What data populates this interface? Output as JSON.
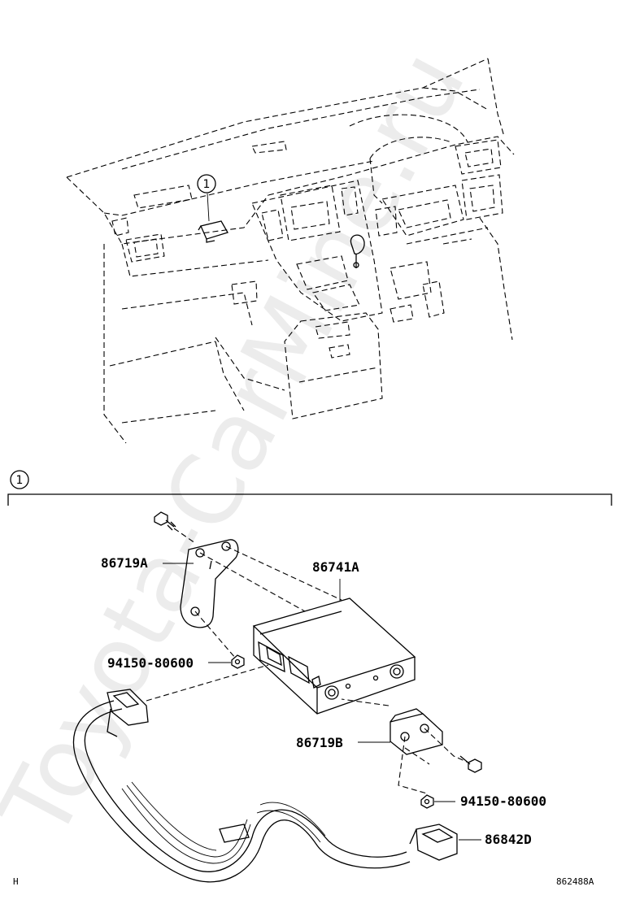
{
  "diagram": {
    "callouts": [
      {
        "id": "ref-1-dash",
        "label": "1"
      },
      {
        "id": "ref-1-section",
        "label": "1"
      }
    ],
    "parts": [
      {
        "id": "bracket-left",
        "number": "86719A"
      },
      {
        "id": "amplifier-unit",
        "number": "86741A"
      },
      {
        "id": "nut-left",
        "number": "94150-80600"
      },
      {
        "id": "bracket-right",
        "number": "86719B"
      },
      {
        "id": "nut-right",
        "number": "94150-80600"
      },
      {
        "id": "wire-harness",
        "number": "86842D"
      }
    ],
    "corner_left": "H",
    "figure_code": "862488A",
    "watermark": "Toyota-CarMine.ru"
  }
}
